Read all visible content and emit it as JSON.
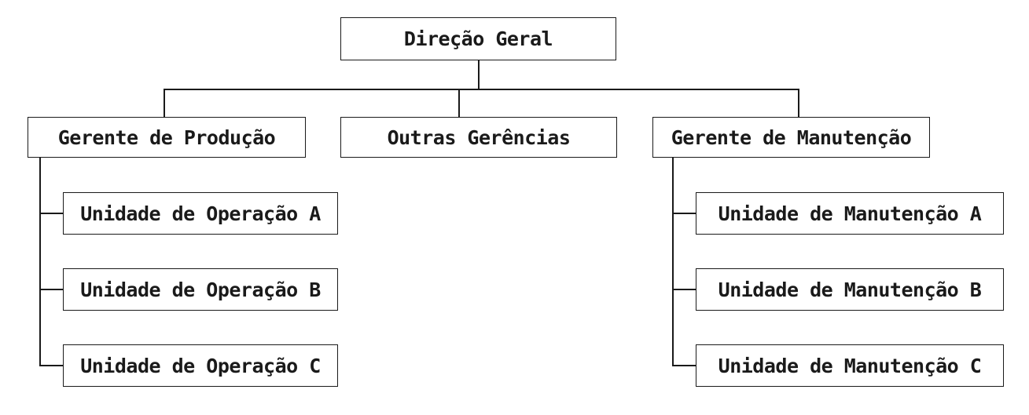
{
  "root": {
    "label": "Direção Geral"
  },
  "managers": [
    {
      "label": "Gerente de Produção"
    },
    {
      "label": "Outras Gerências"
    },
    {
      "label": "Gerente de Manutenção"
    }
  ],
  "production_units": [
    {
      "label": "Unidade de Operação A"
    },
    {
      "label": "Unidade de Operação B"
    },
    {
      "label": "Unidade de Operação C"
    }
  ],
  "maintenance_units": [
    {
      "label": "Unidade de Manutenção A"
    },
    {
      "label": "Unidade de Manutenção B"
    },
    {
      "label": "Unidade de Manutenção C"
    }
  ]
}
